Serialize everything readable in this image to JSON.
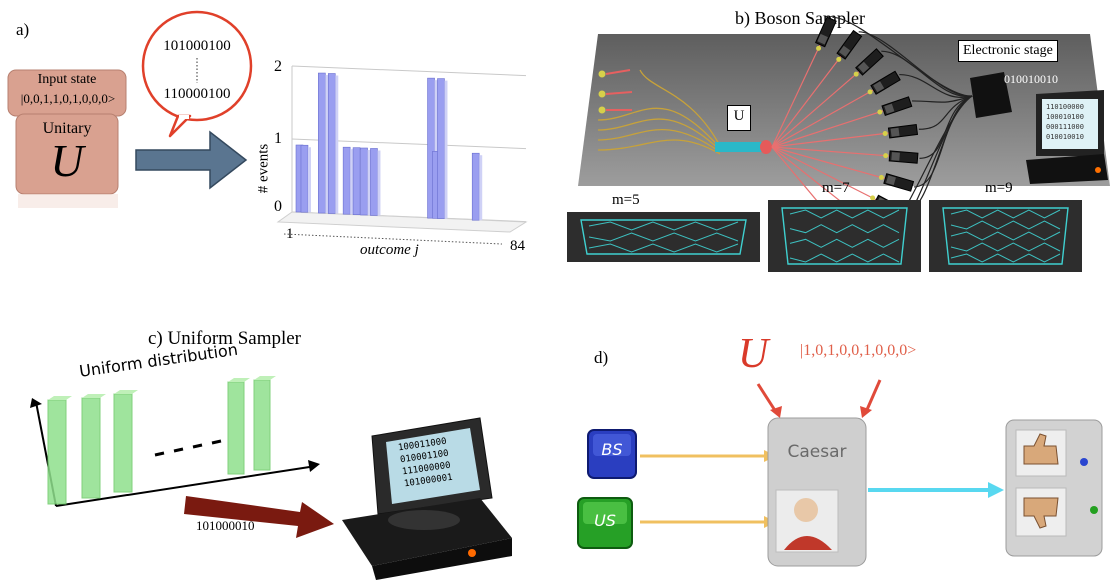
{
  "panel_a": {
    "label": "a)",
    "input_state_title": "Input state",
    "input_state_value": "|0,0,1,1,0,1,0,0,0>",
    "unitary_title": "Unitary",
    "unitary_symbol": "U",
    "bubble_top": "101000100",
    "bubble_bottom": "110000100",
    "chart_data": {
      "type": "bar",
      "ylabel": "# events",
      "xlabel": "outcome j",
      "x_start_label": "1",
      "x_end_label": "84",
      "y_ticks": [
        "0",
        "1",
        "2"
      ],
      "ylim": [
        0,
        2
      ],
      "bars": [
        {
          "x": 1,
          "value": 1
        },
        {
          "x": 3,
          "value": 1
        },
        {
          "x": 10,
          "value": 2
        },
        {
          "x": 14,
          "value": 2
        },
        {
          "x": 20,
          "value": 1
        },
        {
          "x": 24,
          "value": 1
        },
        {
          "x": 27,
          "value": 1
        },
        {
          "x": 31,
          "value": 1
        },
        {
          "x": 54,
          "value": 2
        },
        {
          "x": 56,
          "value": 1
        },
        {
          "x": 58,
          "value": 2
        },
        {
          "x": 72,
          "value": 1
        }
      ],
      "bar_color": "#9a9ef0"
    }
  },
  "panel_b": {
    "title": "b) Boson Sampler",
    "u_label": "U",
    "stage_label": "Electronic stage",
    "stage_output": "010010010",
    "screen_lines": [
      "110100000",
      "100010100",
      "000111000",
      "010010010"
    ],
    "chips": [
      {
        "label": "m=5"
      },
      {
        "label": "m=7"
      },
      {
        "label": "m=9"
      }
    ]
  },
  "panel_c": {
    "title": "c) Uniform Sampler",
    "distribution_label": "Uniform distribution",
    "dashes": "- - -",
    "sample": "101000010",
    "screen_lines": [
      "100011000",
      "010001100",
      "111000000",
      "101000001"
    ]
  },
  "panel_d": {
    "label": "d)",
    "unitary_symbol": "U",
    "state": "|1,0,1,0,0,1,0,0,0>",
    "bs_label": "BS",
    "us_label": "US",
    "verifier_label": "Caesar"
  },
  "colors": {
    "bar_blue": "#9a9ef0",
    "green_bar": "#8fe08c",
    "unitary_box": "#d9a190",
    "bubble_red": "#e0402a",
    "arrow_blue": "#5a7590",
    "bs_blue": "#2a3ec0",
    "us_green": "#26a026"
  }
}
